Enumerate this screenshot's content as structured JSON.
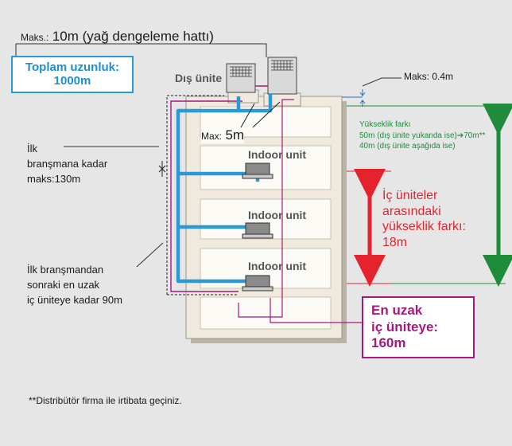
{
  "top_label": {
    "prefix": "Maks.:",
    "main": "10m (yağ dengeleme hattı)"
  },
  "total_length_box": {
    "line1": "Toplam uzunluk:",
    "line2": "1000m"
  },
  "outdoor_label": "Dış ünite",
  "max_04": "Maks: 0.4m",
  "max_5m": {
    "prefix": "Max:",
    "value": "5m"
  },
  "height_diff": {
    "title": "Yükseklik farkı",
    "line1": "50m (dış ünite yukanda ise)",
    "line1_tail": "70m**",
    "line2": "40m (dış ünite aşağıda ise)"
  },
  "first_branch": {
    "line1": "İlk",
    "line2": "branşmana kadar",
    "line3": "maks:130m"
  },
  "indoor_units": [
    "Indoor unit",
    "Indoor unit",
    "Indoor unit"
  ],
  "indoor_height_diff": {
    "line1": "İç üniteler",
    "line2": "arasındaki",
    "line3": "yükseklik farkı:",
    "line4": "18m"
  },
  "after_branch": {
    "line1": "İlk branşmandan",
    "line2": "sonraki en uzak",
    "line3": "iç üniteye kadar 90m"
  },
  "farthest_box": {
    "line1": "En uzak",
    "line2": "iç üniteye:",
    "line3": "160m"
  },
  "footnote": "**Distribütör firma ile irtibata geçiniz.",
  "colors": {
    "pipe_blue": "#2a9ad7",
    "magenta": "#a8177f",
    "green": "#1f8c3b",
    "red": "#e5232d",
    "building": "#efeadd"
  }
}
